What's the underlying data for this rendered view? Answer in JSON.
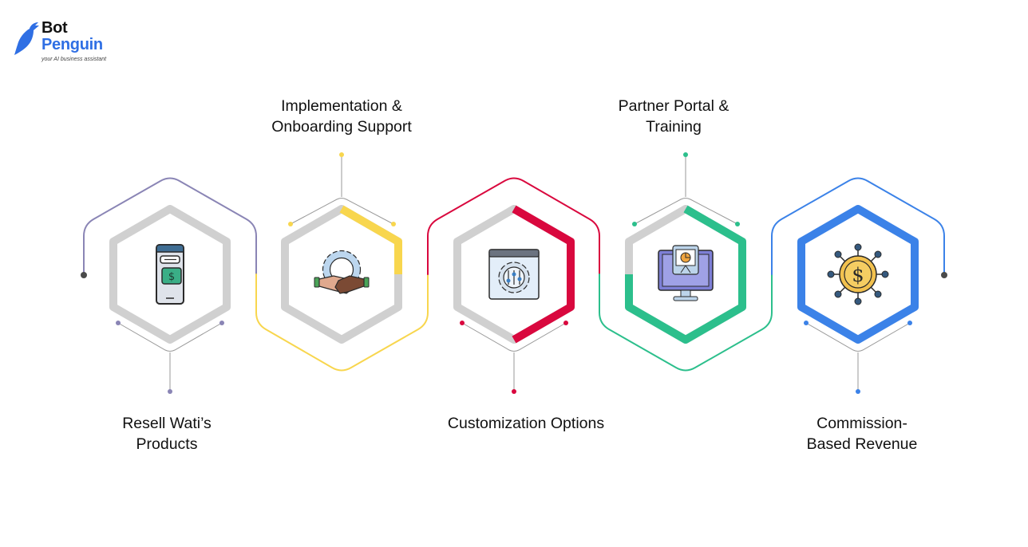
{
  "brand": {
    "line1": "Bot",
    "line2": "Penguin",
    "tagline": "your AI business assistant",
    "colors": {
      "primary": "#2f6fe4",
      "dark": "#111111"
    }
  },
  "steps": [
    {
      "id": 1,
      "title_line1": "Resell Wati’s",
      "title_line2": "Products",
      "label_position": "bottom",
      "color": "#8a85b5",
      "icon": "phone-payment-icon"
    },
    {
      "id": 2,
      "title_line1": "Implementation &",
      "title_line2": "Onboarding Support",
      "label_position": "top",
      "color": "#f8d64e",
      "icon": "handshake-gear-icon"
    },
    {
      "id": 3,
      "title_line1": "Customization Options",
      "title_line2": "",
      "label_position": "bottom",
      "color": "#d9083e",
      "icon": "settings-window-icon"
    },
    {
      "id": 4,
      "title_line1": "Partner Portal &",
      "title_line2": "Training",
      "label_position": "top",
      "color": "#2cbf8c",
      "icon": "monitor-presentation-icon"
    },
    {
      "id": 5,
      "title_line1": "Commission-",
      "title_line2": "Based Revenue",
      "label_position": "bottom",
      "color": "#3b82e8",
      "icon": "dollar-network-icon"
    }
  ],
  "colors": {
    "inner_ring_gray": "#d0d0d0",
    "connector_gray": "#9a9a9a",
    "endpoint_dot": "#4a4a4a"
  }
}
